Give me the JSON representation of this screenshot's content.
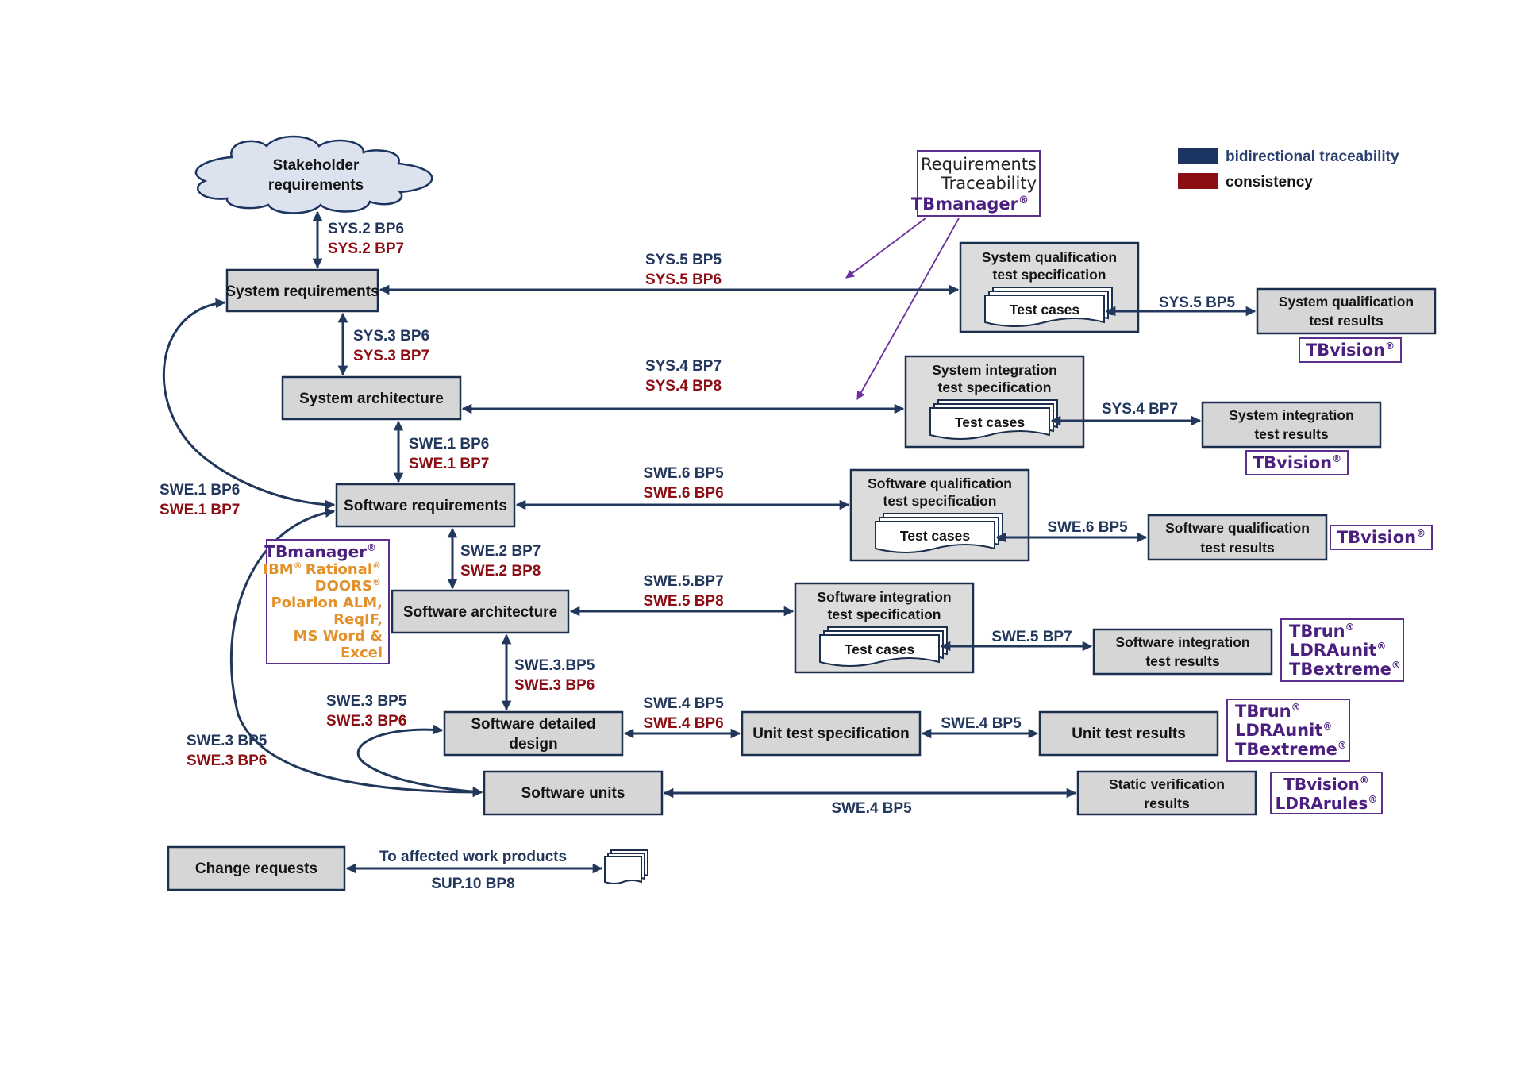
{
  "legend": {
    "bidirectional": {
      "label": "bidirectional traceability",
      "color": "#1c3461"
    },
    "consistency": {
      "label": "consistency",
      "color": "#8b0e12"
    }
  },
  "rt_box": {
    "line1": "Requirements",
    "line2": "Traceability",
    "tool": "TBmanager"
  },
  "colors": {
    "blue": "#22375c",
    "red": "#8c0d13",
    "purple": "#4b1f7f",
    "orange": "#e3912a"
  },
  "nodes": {
    "stakeholder": {
      "line1": "Stakeholder",
      "line2": "requirements"
    },
    "sys_req": "System requirements",
    "sys_arch": "System architecture",
    "sw_req": "Software requirements",
    "sw_arch": "Software architecture",
    "sw_detail": {
      "line1": "Software detailed",
      "line2": "design"
    },
    "sw_units": "Software units",
    "change_req": "Change requests",
    "sys_qual_spec": {
      "line1": "System qualification",
      "line2": "test specification",
      "cases": "Test cases"
    },
    "sys_int_spec": {
      "line1": "System integration",
      "line2": "test specification",
      "cases": "Test cases"
    },
    "sw_qual_spec": {
      "line1": "Software qualification",
      "line2": "test specification",
      "cases": "Test cases"
    },
    "sw_int_spec": {
      "line1": "Software integration",
      "line2": "test specification",
      "cases": "Test cases"
    },
    "unit_spec": "Unit test specification",
    "unit_results": "Unit test results",
    "sys_qual_res": {
      "line1": "System qualification",
      "line2": "test results"
    },
    "sys_int_res": {
      "line1": "System integration",
      "line2": "test results"
    },
    "sw_qual_res": {
      "line1": "Software qualification",
      "line2": "test results"
    },
    "sw_int_res": {
      "line1": "Software integration",
      "line2": "test results"
    },
    "static_res": {
      "line1": "Static verification",
      "line2": "results"
    }
  },
  "bp": {
    "sys2": {
      "blue": "SYS.2 BP6",
      "red": "SYS.2 BP7"
    },
    "sys3": {
      "blue": "SYS.3 BP6",
      "red": "SYS.3 BP7"
    },
    "swe1_down": {
      "blue": "SWE.1 BP6",
      "red": "SWE.1 BP7"
    },
    "swe1_left": {
      "blue": "SWE.1 BP6",
      "red": "SWE.1 BP7"
    },
    "swe2": {
      "blue": "SWE.2 BP7",
      "red": "SWE.2 BP8"
    },
    "swe3_right": {
      "blue": "SWE.3.BP5",
      "red": "SWE.3 BP6"
    },
    "swe3_mid": {
      "blue": "SWE.3 BP5",
      "red": "SWE.3 BP6"
    },
    "swe3_left": {
      "blue": "SWE.3 BP5",
      "red": "SWE.3 BP6"
    },
    "sys5": {
      "blue": "SYS.5 BP5",
      "red": "SYS.5 BP6"
    },
    "sys4": {
      "blue": "SYS.4 BP7",
      "red": "SYS.4 BP8"
    },
    "swe6": {
      "blue": "SWE.6 BP5",
      "red": "SWE.6 BP6"
    },
    "swe5": {
      "blue": "SWE.5.BP7",
      "red": "SWE.5 BP8"
    },
    "swe4": {
      "blue": "SWE.4 BP5",
      "red": "SWE.4 BP6"
    },
    "sys5_res": "SYS.5 BP5",
    "sys4_res": "SYS.4 BP7",
    "swe6_res": "SWE.6 BP5",
    "swe5_res": "SWE.5 BP7",
    "swe4_res": "SWE.4 BP5",
    "swe4_static": "SWE.4 BP5",
    "sup10_top": "To affected work products",
    "sup10_bottom": "SUP.10 BP8"
  },
  "tools": {
    "sys_qual": "TBvision",
    "sys_int": "TBvision",
    "sw_qual": "TBvision",
    "sw_int": [
      "TBrun",
      "LDRAunit",
      "TBextreme"
    ],
    "unit": [
      "TBrun",
      "LDRAunit",
      "TBextreme"
    ],
    "static": [
      "TBvision",
      "LDRArules"
    ],
    "req_tools": {
      "tbmanager": "TBmanager",
      "ibm": "IBM",
      "rational": "Rational",
      "doors": "DOORS",
      "polarion": "Polarion ALM,",
      "reqif": "ReqIF,",
      "msword": "MS Word &",
      "excel": "Excel"
    },
    "reg": "®"
  }
}
